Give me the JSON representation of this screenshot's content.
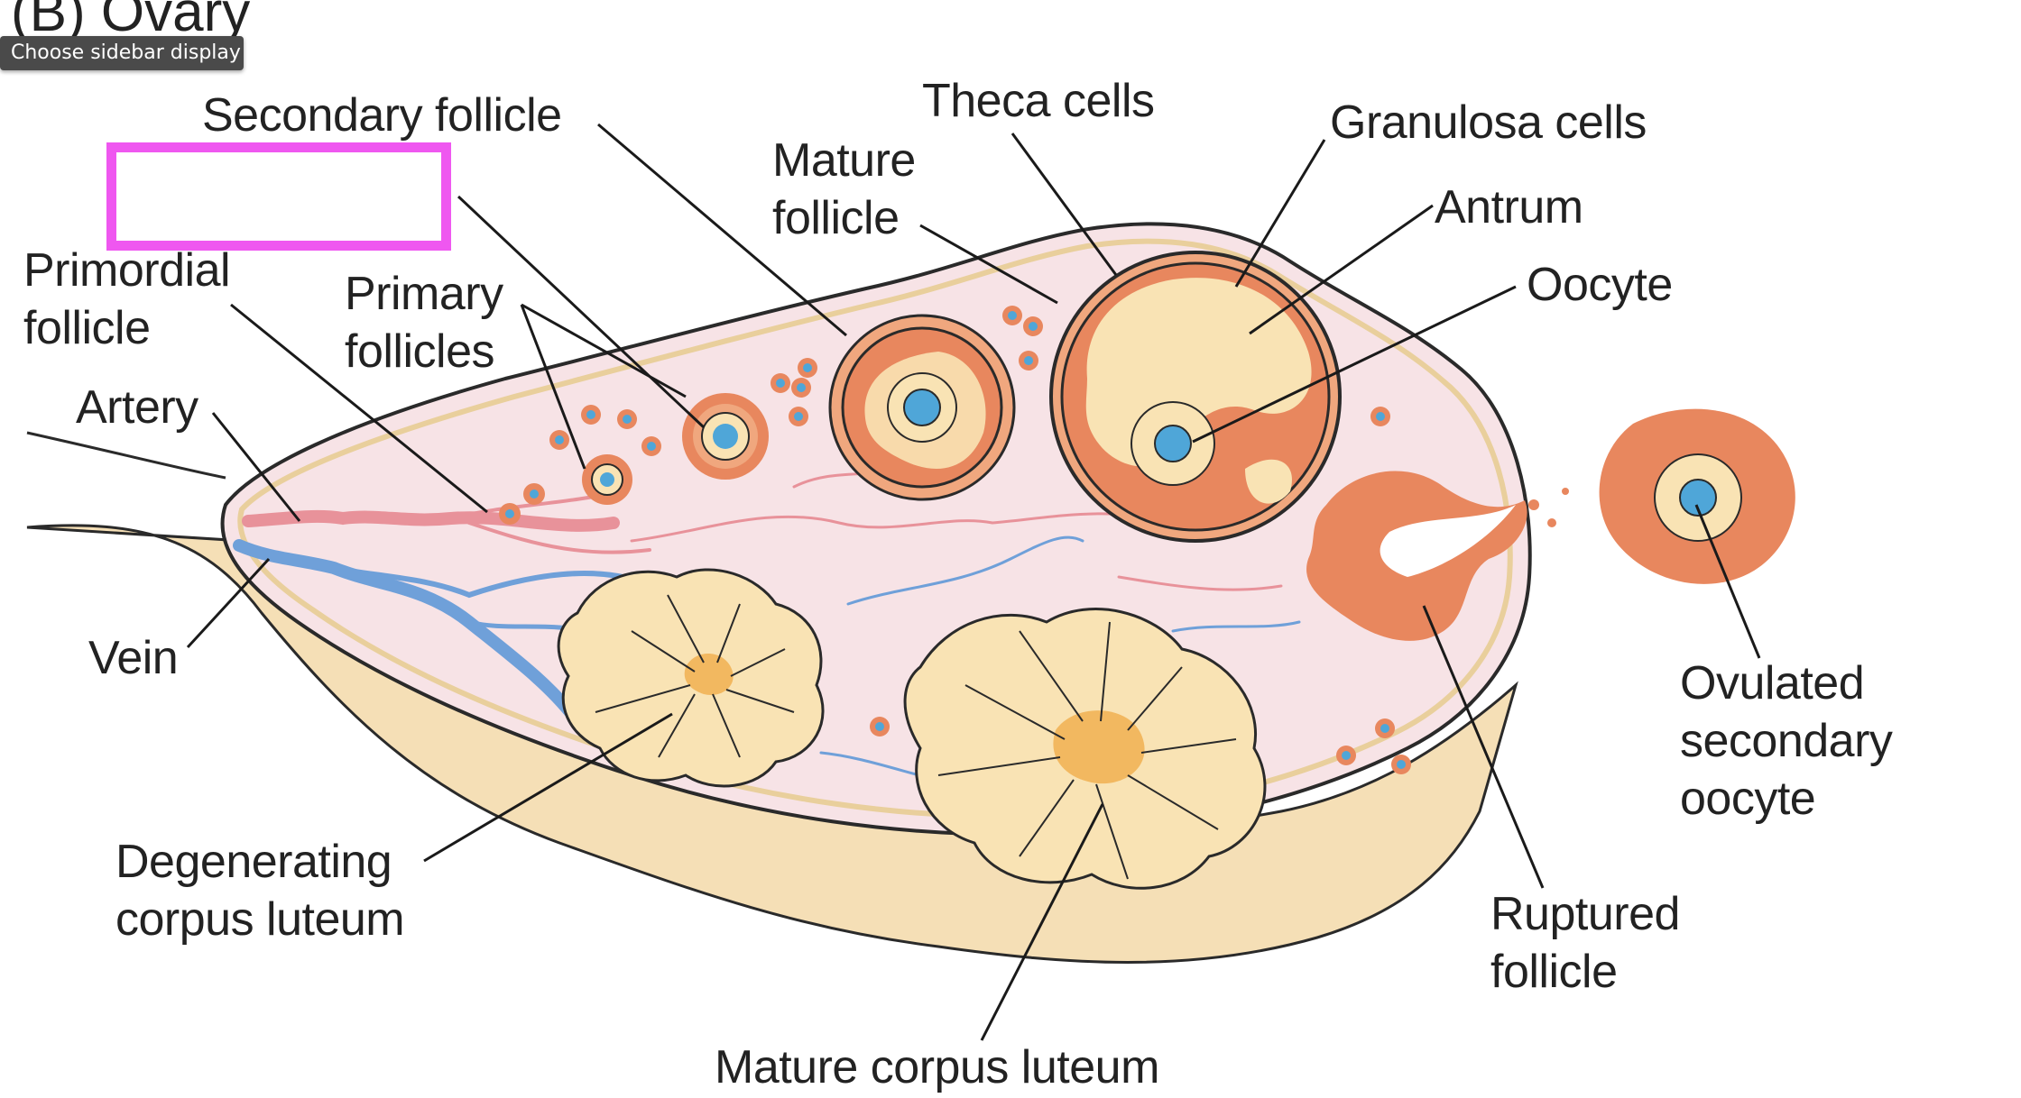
{
  "panel_title": "(B) Ovary",
  "tooltip": "Choose sidebar display",
  "colors": {
    "label_text": "#222222",
    "leader_line": "#1a1a1a",
    "mask_border": "#ef57f0",
    "stroma": "#f7e3e6",
    "ovary_outline": "#2a2a2a",
    "follicle_orange": "#e8875e",
    "cream": "#f9e3b4",
    "oocyte_blue": "#4fa6d8",
    "artery_pink": "#e8929a",
    "vein_blue": "#6fa0d9",
    "ligament_tan": "#f5dfb6"
  },
  "labels": {
    "secondary_follicle": "Secondary follicle",
    "mature_follicle": [
      "Mature",
      "follicle"
    ],
    "theca_cells": "Theca cells",
    "granulosa_cells": "Granulosa cells",
    "antrum": "Antrum",
    "oocyte": "Oocyte",
    "primordial_follicle": [
      "Primordial",
      "follicle"
    ],
    "primary_follicles": [
      "Primary",
      "follicles"
    ],
    "artery": "Artery",
    "vein": "Vein",
    "degenerating_corpus_luteum": [
      "Degenerating",
      "corpus luteum"
    ],
    "ovulated_secondary_oocyte": [
      "Ovulated",
      "secondary",
      "oocyte"
    ],
    "ruptured_follicle": [
      "Ruptured",
      "follicle"
    ],
    "mature_corpus_luteum": "Mature corpus luteum"
  }
}
